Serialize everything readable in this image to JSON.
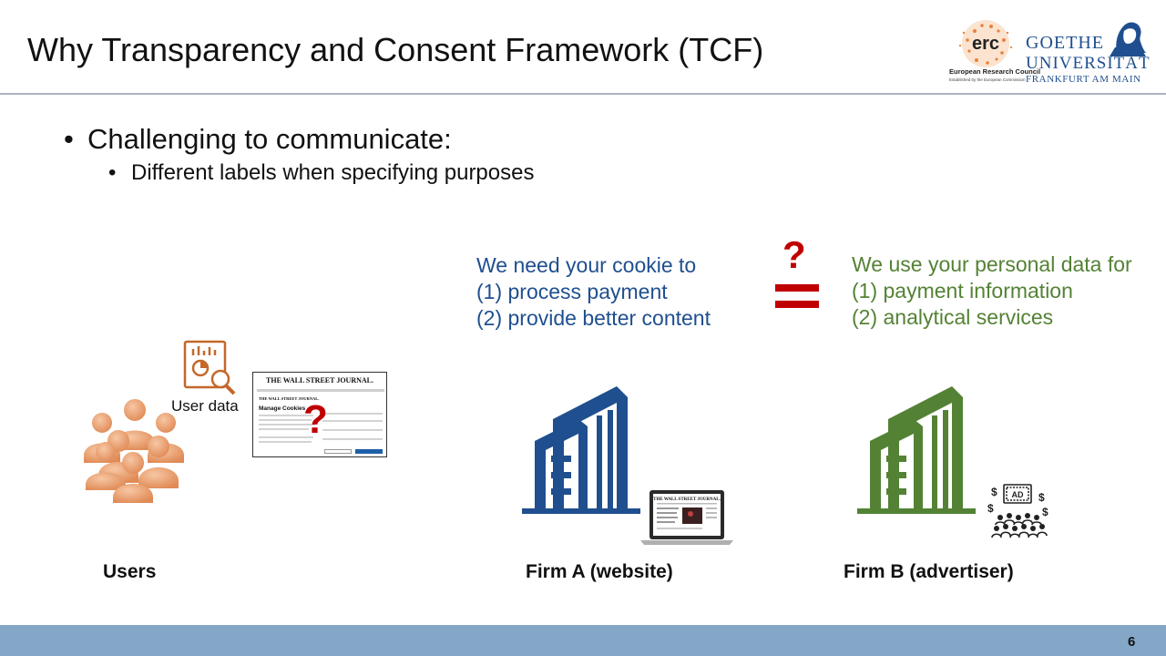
{
  "slide": {
    "title": "Why Transparency and Consent Framework (TCF)",
    "bullet_1": "Challenging to communicate:",
    "bullet_2": "Different labels when specifying purposes",
    "bullet_glyph": "•",
    "page_number": "6"
  },
  "logos": {
    "erc_mark": "erc",
    "erc_name": "European Research Council",
    "erc_sub": "Established by the European Commission",
    "goethe_line_1": "GOETHE",
    "goethe_line_2": "UNIVERSITÄT",
    "goethe_line_3": "FRANKFURT AM MAIN"
  },
  "firm_a_statement": {
    "line_1": "We need your cookie to",
    "line_2": "(1) process payment",
    "line_3": "(2) provide better content"
  },
  "firm_b_statement": {
    "line_1": "We use your personal data for",
    "line_2": "(1) payment information",
    "line_3": "(2) analytical services"
  },
  "comparison": {
    "question_mark": "?"
  },
  "diagram": {
    "user_data_label": "User data",
    "users_label": "Users",
    "firm_a_label": "Firm A (website)",
    "firm_b_label": "Firm B (advertiser)",
    "overlay_question_mark": "?",
    "ad_sign": "AD"
  },
  "consent_popup": {
    "masthead": "THE WALL STREET JOURNAL.",
    "small_masthead": "THE WALL STREET JOURNAL.",
    "heading": "Manage Cookies"
  },
  "laptop_screen": {
    "masthead": "THE WALL STREET JOURNAL."
  },
  "colors": {
    "firm_a_blue": "#1f4f8f",
    "firm_b_green": "#548235",
    "alert_red": "#c00000",
    "users_orange": "#e8956a",
    "user_data_icon": "#c5672a",
    "footer_bar": "#84a7c8"
  },
  "icons": {
    "users": "people-group-icon",
    "user_data": "report-magnifier-icon",
    "firm_a": "office-building-icon",
    "firm_b": "office-building-icon",
    "laptop": "laptop-icon",
    "advertising": "advertising-audience-icon"
  }
}
